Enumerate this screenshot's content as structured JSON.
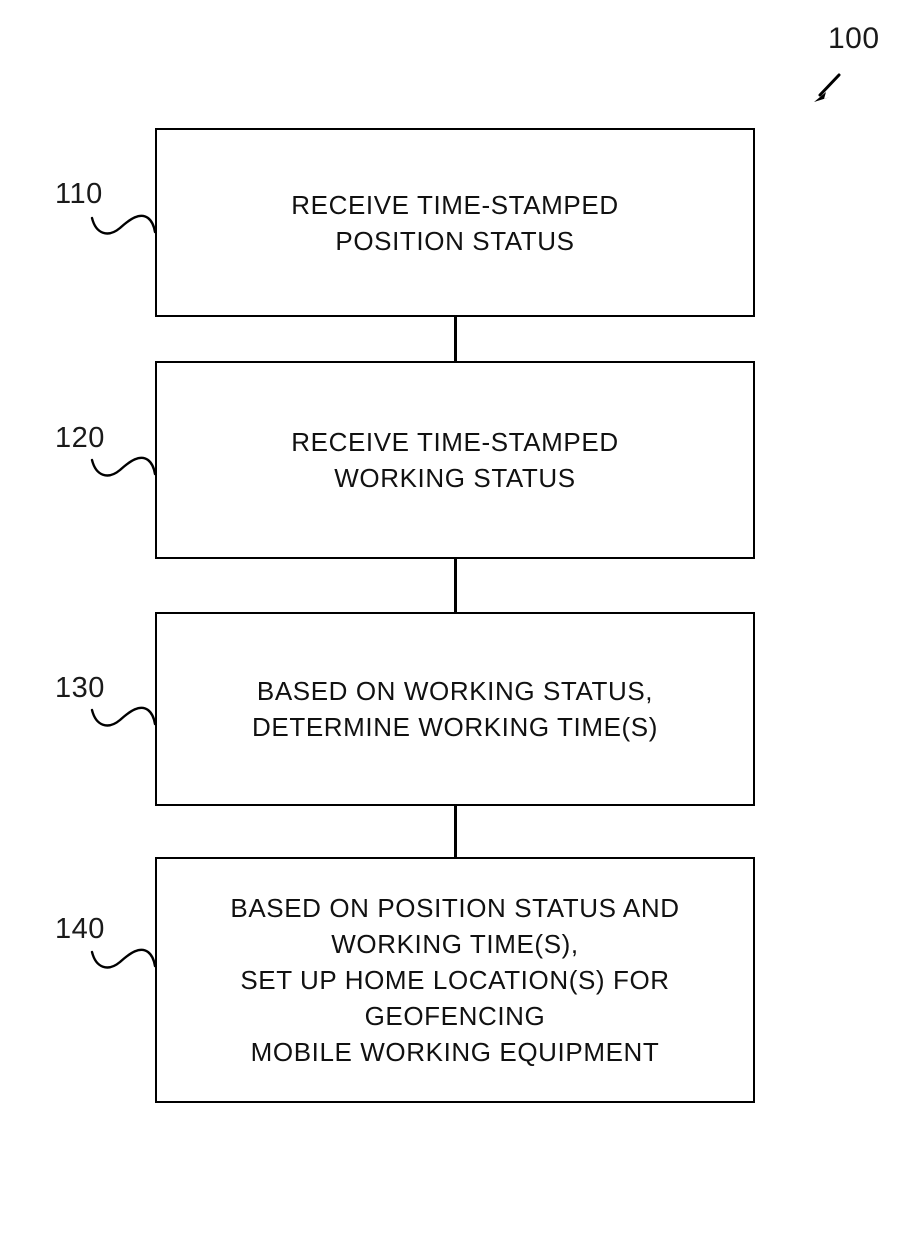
{
  "figure": {
    "number": "100",
    "arrow_icon": "diagonal-arrow-down-left"
  },
  "flowchart": {
    "type": "flowchart",
    "orientation": "vertical",
    "steps": [
      {
        "ref": "110",
        "text": "RECEIVE TIME-STAMPED\nPOSITION STATUS",
        "lines": [
          "RECEIVE TIME-STAMPED",
          "POSITION STATUS"
        ]
      },
      {
        "ref": "120",
        "text": "RECEIVE TIME-STAMPED\nWORKING STATUS",
        "lines": [
          "RECEIVE TIME-STAMPED",
          "WORKING STATUS"
        ]
      },
      {
        "ref": "130",
        "text": "BASED ON WORKING STATUS,\nDETERMINE WORKING TIME(S)",
        "lines": [
          "BASED ON WORKING STATUS,",
          "DETERMINE WORKING TIME(S)"
        ]
      },
      {
        "ref": "140",
        "text": "BASED ON POSITION STATUS AND\nWORKING TIME(S),\nSET UP HOME LOCATION(S) FOR\nGEOFENCING\nMOBILE WORKING EQUIPMENT",
        "lines": [
          "BASED ON POSITION STATUS AND",
          "WORKING TIME(S),",
          "SET UP HOME LOCATION(S) FOR",
          "GEOFENCING",
          "MOBILE WORKING EQUIPMENT"
        ]
      }
    ]
  },
  "colors": {
    "background": "#ffffff",
    "stroke": "#000000",
    "text": "#111111",
    "label_text": "#1a1a1a"
  }
}
